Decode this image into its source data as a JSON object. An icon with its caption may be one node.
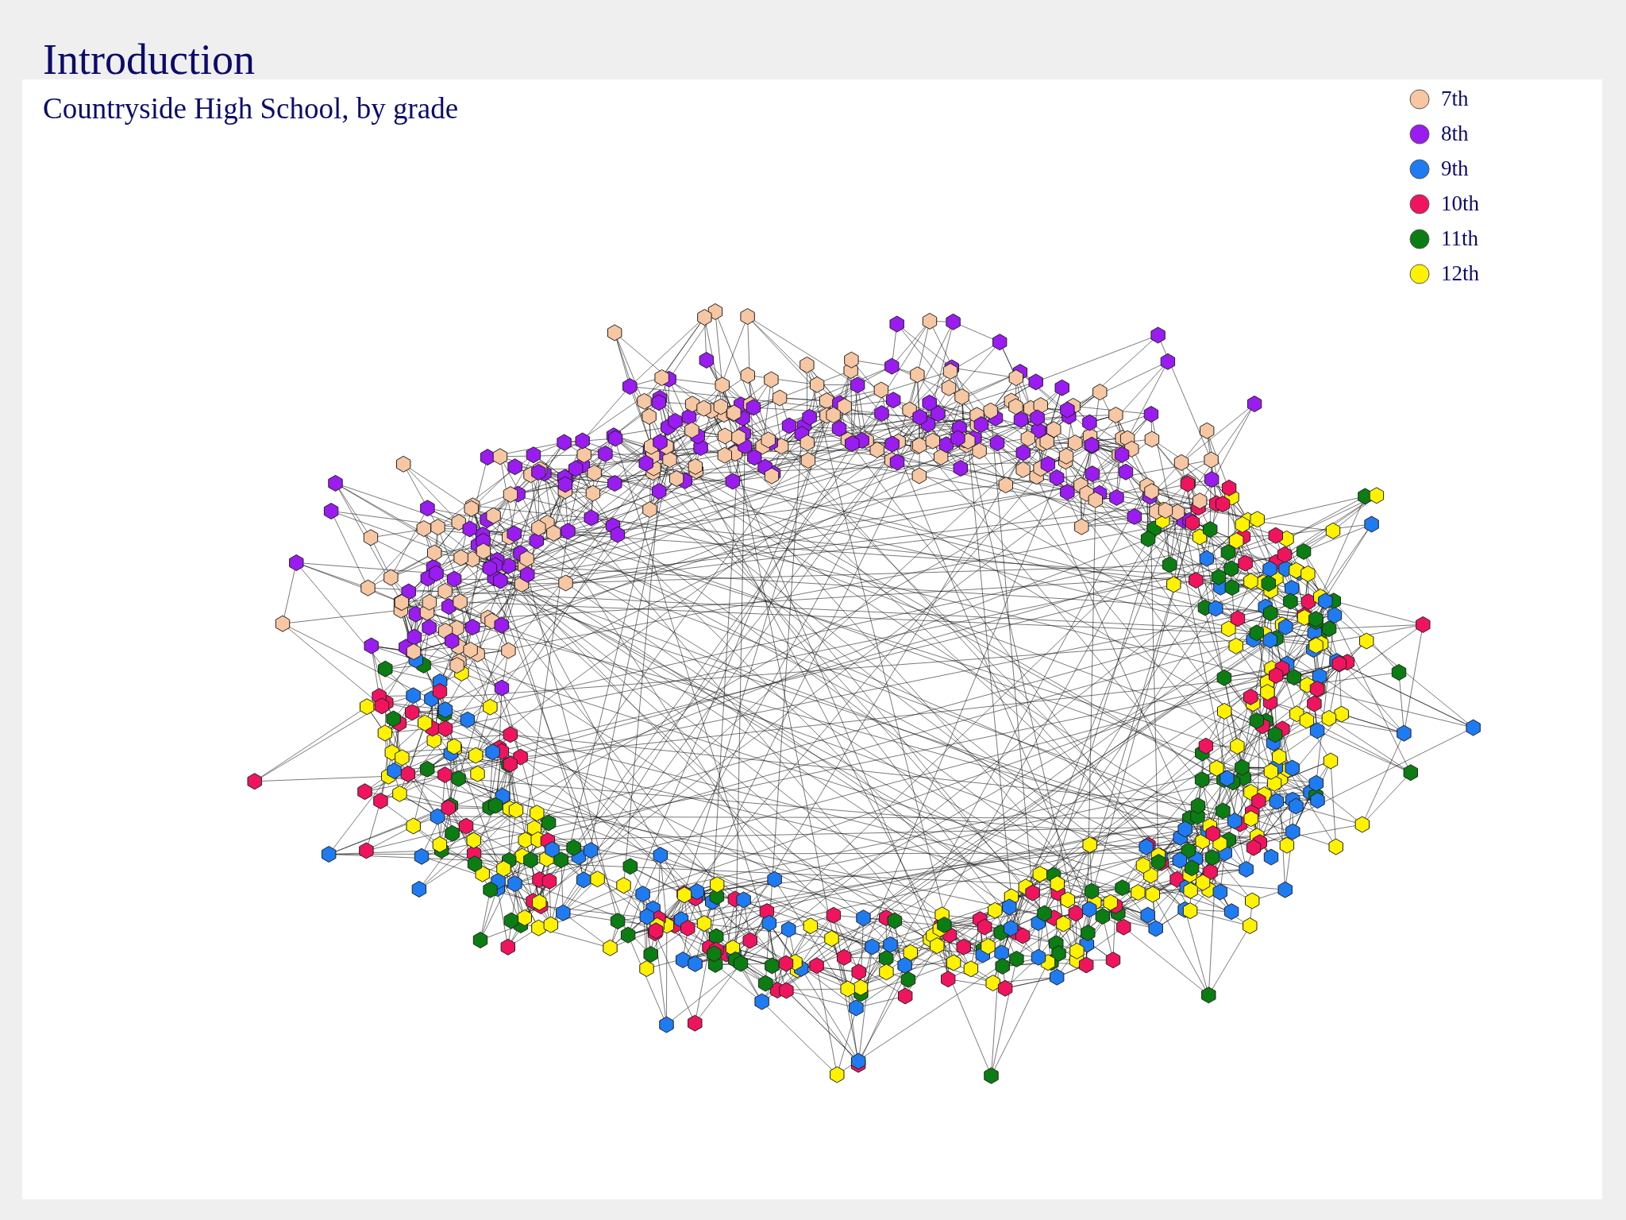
{
  "diagram": {
    "title": "Introduction",
    "labels": [
      "Countryside High School, by grade"
    ],
    "legend": [
      {
        "text": "7th",
        "color": "#f7c6a3"
      },
      {
        "text": "8th",
        "color": "#9a1cf0"
      },
      {
        "text": "9th",
        "color": "#1f7bf2"
      },
      {
        "text": "10th",
        "color": "#f0145f"
      },
      {
        "text": "11th",
        "color": "#0b7d12"
      },
      {
        "text": "12th",
        "color": "#fff200"
      }
    ]
  }
}
